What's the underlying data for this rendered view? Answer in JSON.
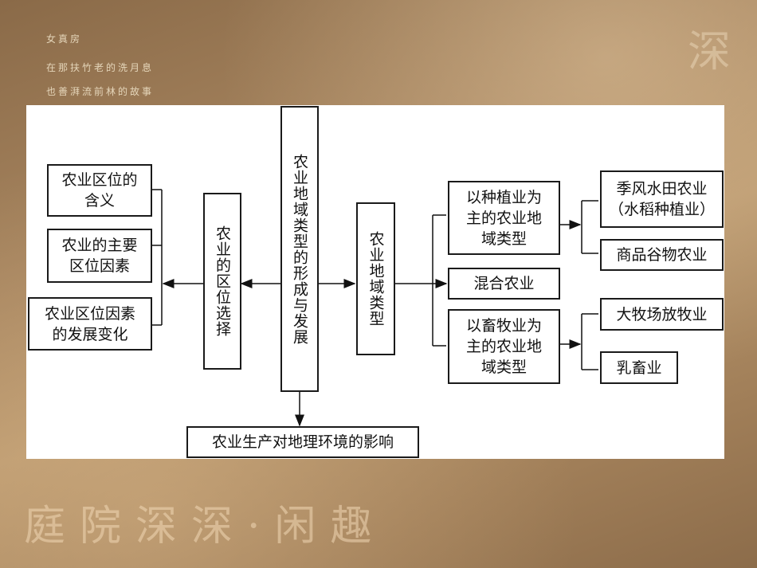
{
  "decor": {
    "poem_lines": [
      "女真房",
      "在那扶竹老的洗月息",
      "也善湃流前林的故事"
    ],
    "corner_seal": "深",
    "calligraphy": "庭院深深·闲趣"
  },
  "diagram": {
    "center": "农业地域类型的形成与发展",
    "left_hub": "农业的区位选择",
    "left_items": [
      "农业区位的\n含义",
      "农业的主要\n区位因素",
      "农业区位因素\n的发展变化"
    ],
    "right_hub": "农业地域类型",
    "type_planting": "以种植业为\n主的农业地\n域类型",
    "type_mixed": "混合农业",
    "type_livestock": "以畜牧业为\n主的农业地\n域类型",
    "planting_items": [
      "季风水田农业\n（水稻种植业）",
      "商品谷物农业"
    ],
    "livestock_items": [
      "大牧场放牧业",
      "乳畜业"
    ],
    "bottom": "农业生产对地理环境的影响"
  }
}
